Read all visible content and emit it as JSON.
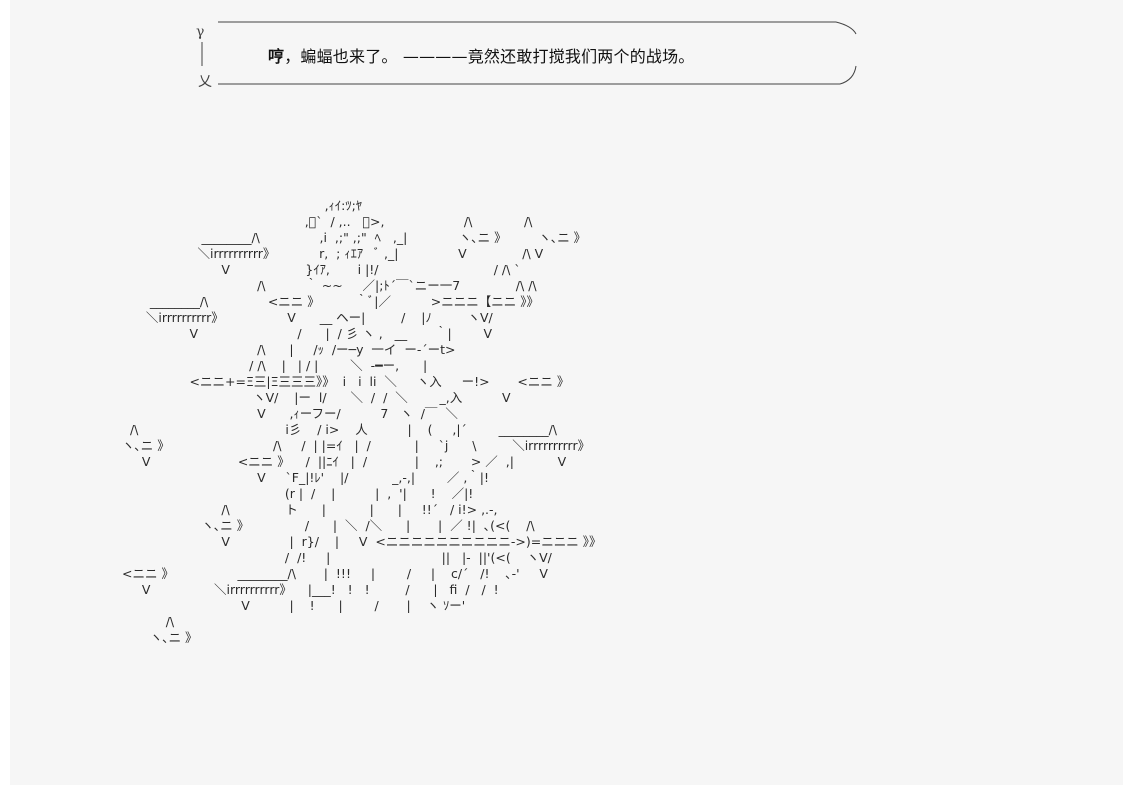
{
  "speech": {
    "bold_lead": "哼",
    "line": "，蝙蝠也来了。 ————竟然还敢打搅我们两个的战场。",
    "corner_marks": "γ|乂"
  },
  "art": "                                                   ,ｨｲ:ﾂ;ﾔ\n                                              ,ﾞ`  / ,..   ｀>,                    /\\             /\\\n                    ________/\\               ,i  ,;\" ,;\"  ﾍ   ,_|             ヽ､ニ 》        ヽ､ニ 》\n                   ＼irrrrrrrrrr》           r,  ; ｨｴｱ   ﾞ ,_|               V              /\\ V\n                         V                   }ｲｱ,       i |!/                             / /\\ `\n                                  /\\          ｀ ~~     ／|;ﾄ´￣`ニー一7              /\\ /\\\n       ________/\\               <ニニ 》         ｀ﾞ|／          >ニニニ【ニニ 》》\n      ＼irrrrrrrrrr》                V      __ ヘー|         /    |ﾉ         ヽV/\n                 V                         /      |  / 彡 ヽ ,   __       ｀|        V\n                                  /\\      |     /ｯ  /ー─y  一イ  ー‐´ーt>\n                                / /\\    |   | / |        ＼  ‐━ー,      |\n                 <ニニ+=Ξ三|Ξ三三三》》  i   i  li  ＼     ヽ入     ー!>       <ニニ 》\n                                 ヽV/    |ー  l/      ＼  /  /  ＼        _,入          V\n                                  V      ,ｨーフー/          7   ヽ  /￣  ＼\n  /\\                                     i彡    / i>    人          |    (     ,|´        ________/\\\nヽ､ニ 》                          /\\     /  | |=ｲ   |  /           |     `j      \\         ＼irrrrrrrrrr》\n     V                      <ニニ 》    /  ||ﾆｲ   |  /            |    ,;       > ／  ,|           V\n                                  V     `F_|!ﾚ'    |/           _,-,|        ／ ,｀|!\n                                         (r |  /    |          |  ,  '|      !    ／|!\n                         /\\              ト      |           |      |     !!´   / i!> ,.-,\n                    ヽ､ニ 》              /      |  ＼  /＼      |       |  ／ !|  ､(<(    /\\\n                         V               |  r}/    |     V  <ニニニニニニニニニニ->)=ニニニ 》》\n                                         /  /!     |                            ||   |-  ||'(<(    ヽV/\n<ニニ 》                ________/\\       |  !!!     |        /     |    c/´   /!    ､-'     V\n     V                ＼irrrrrrrrrr》    |___!   !   !         /      |   fi  /   /  !\n                              V          |    !      |        /       |    ヽ ｿー'\n           /\\\n       ヽ､ニ 》"
}
